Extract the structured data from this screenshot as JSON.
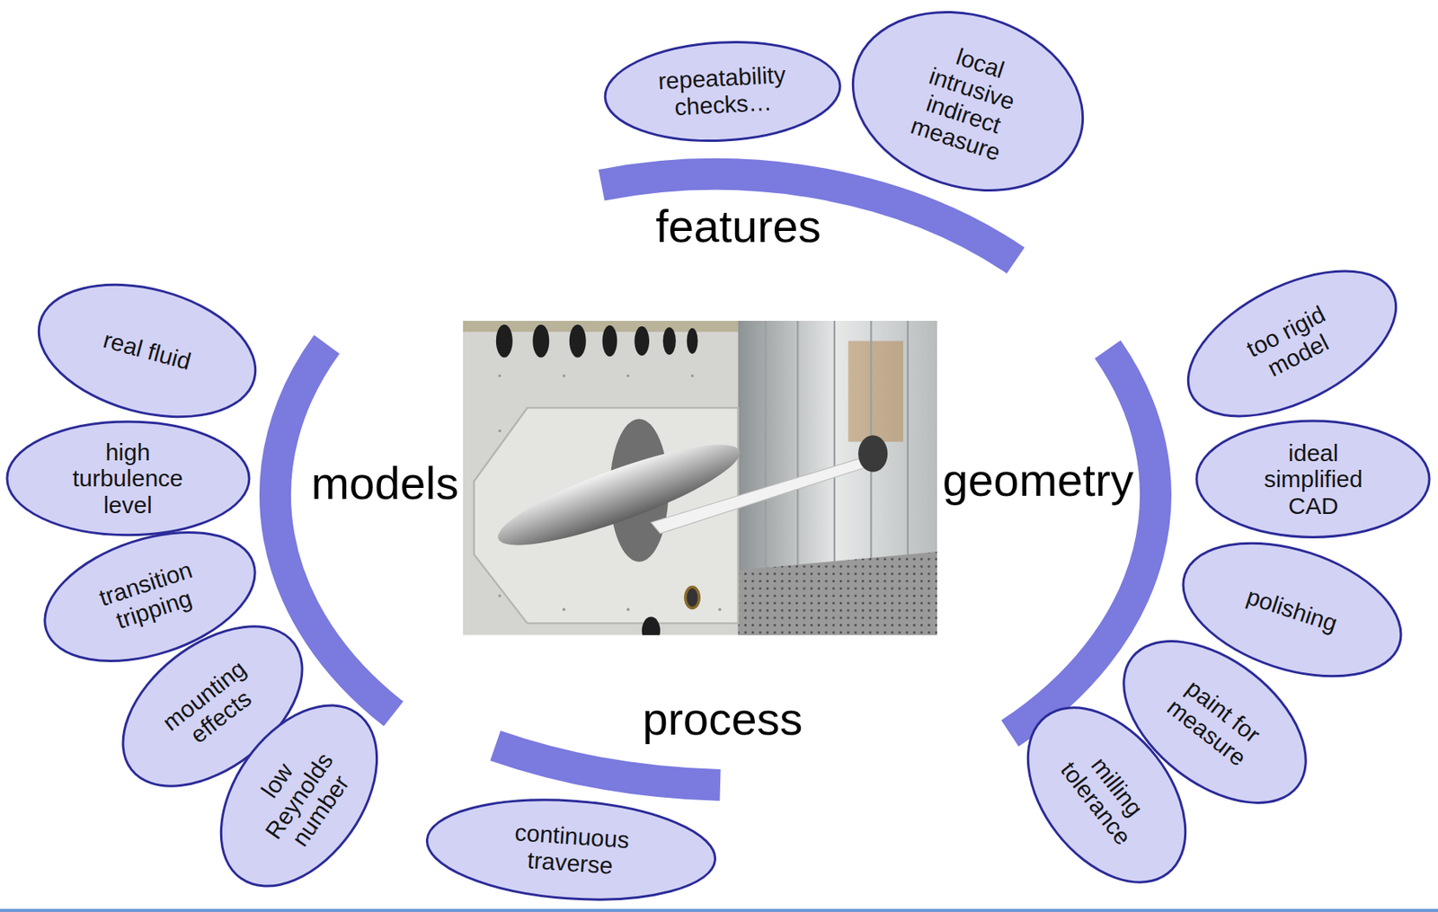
{
  "diagram": {
    "nodes": [
      {
        "text": [
          "repeatability checks…"
        ]
      },
      {
        "text": [
          "local intrusive indirect measure"
        ]
      },
      {
        "text": [
          "real fluid"
        ]
      },
      {
        "text": [
          "high turbulence level"
        ]
      },
      {
        "text": [
          "transition tripping"
        ]
      },
      {
        "text": [
          "mounting effects"
        ]
      },
      {
        "text": [
          "low Reynolds number"
        ]
      },
      {
        "text": [
          "too rigid model"
        ]
      },
      {
        "text": [
          "ideal simplified CAD"
        ]
      },
      {
        "text": [
          "polishing"
        ]
      },
      {
        "text": [
          "paint for measure"
        ]
      },
      {
        "text": [
          "milling tolerance"
        ]
      },
      {
        "text": [
          "continuous traverse"
        ]
      }
    ],
    "labels": [
      "features",
      "models",
      "geometry",
      "process"
    ]
  }
}
